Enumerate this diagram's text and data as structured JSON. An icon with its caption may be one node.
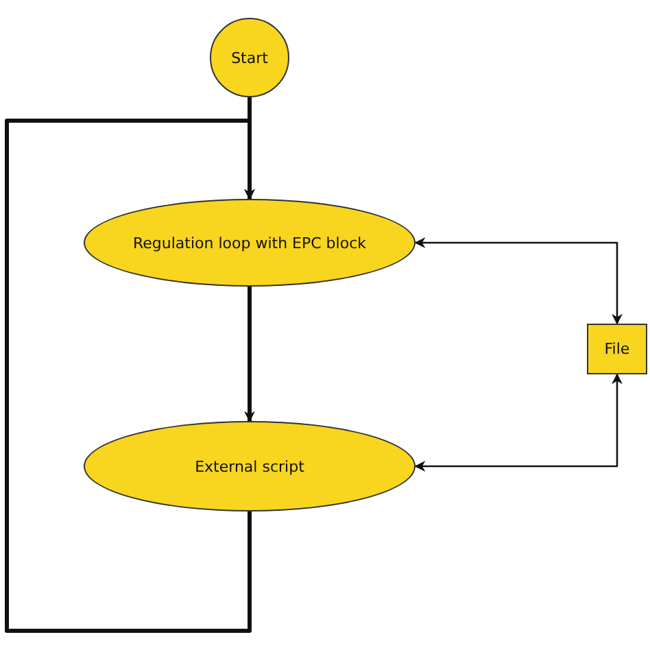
{
  "diagram": {
    "nodes": [
      {
        "text": [
          "Start"
        ]
      },
      {
        "text": [
          "Regulation loop with EPC block"
        ]
      },
      {
        "text": [
          "External script"
        ]
      },
      {
        "text": [
          "File"
        ]
      }
    ],
    "edges": [
      {
        "from": 0,
        "to": 1,
        "arrow": "to"
      },
      {
        "from": 1,
        "to": 2,
        "arrow": "to"
      },
      {
        "from": 2,
        "to": 1,
        "arrow": "to"
      },
      {
        "from": 3,
        "to": 1,
        "arrow": "both"
      },
      {
        "from": 3,
        "to": 2,
        "arrow": "both"
      }
    ]
  }
}
